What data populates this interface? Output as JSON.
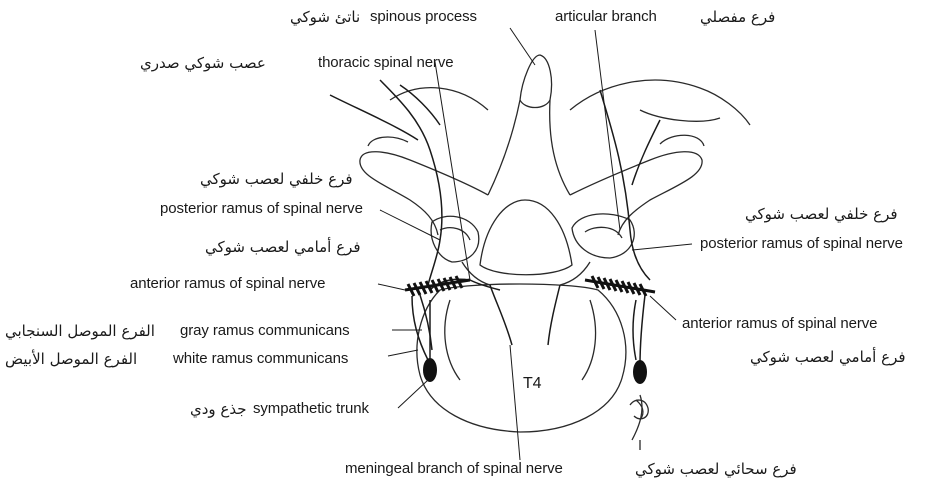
{
  "labels": {
    "spinous_process_ar": "ناتئ شوكي",
    "spinous_process_en": "spinous process",
    "articular_branch_en": "articular branch",
    "articular_branch_ar": "فرع مفصلي",
    "thoracic_spinal_nerve_en": "thoracic spinal nerve",
    "thoracic_spinal_nerve_ar": "عصب شوكي صدري",
    "posterior_ramus_left_ar": "فرع خلفي لعصب شوكي",
    "posterior_ramus_left_en": "posterior ramus of spinal nerve",
    "anterior_ramus_left_ar": "فرع أمامي لعصب شوكي",
    "anterior_ramus_left_en": "anterior ramus of spinal nerve",
    "gray_ramus_ar": "الفرع الموصل السنجابي",
    "gray_ramus_en": "gray ramus communicans",
    "white_ramus_ar": "الفرع الموصل الأبيض",
    "white_ramus_en": "white ramus communicans",
    "sympathetic_trunk_ar": "جذع ودي",
    "sympathetic_trunk_en": "sympathetic trunk",
    "posterior_ramus_right_ar": "فرع خلفي لعصب شوكي",
    "posterior_ramus_right_en": "posterior ramus of spinal nerve",
    "anterior_ramus_right_en": "anterior ramus of spinal nerve",
    "anterior_ramus_right_ar": "فرع أمامي لعصب شوكي",
    "vertebra_label": "T4",
    "meningeal_branch_en": "meningeal branch of spinal nerve",
    "meningeal_branch_ar": "فرع سحائي لعصب شوكي"
  }
}
